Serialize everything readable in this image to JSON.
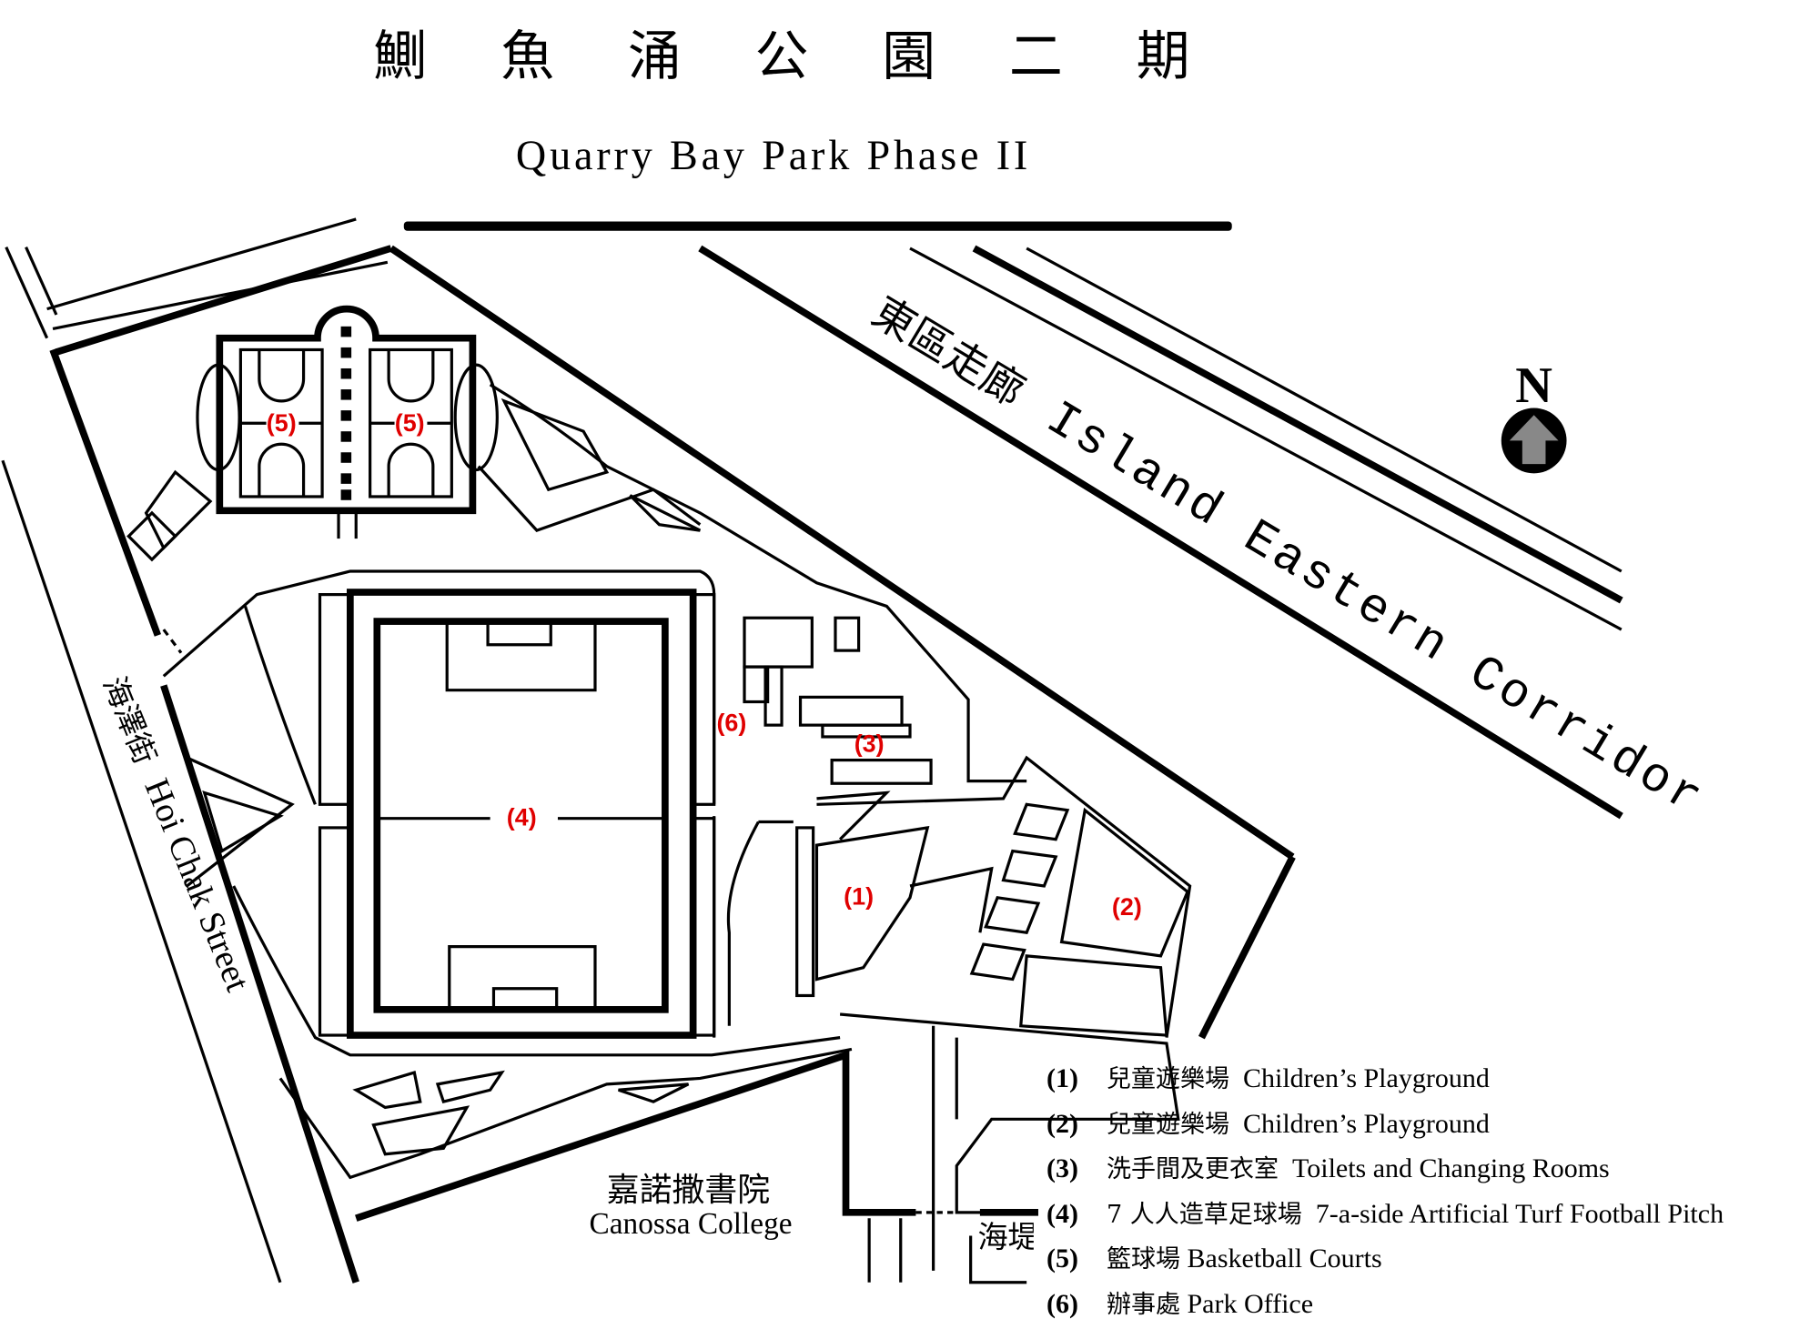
{
  "title": {
    "chinese_chars": [
      "鰂",
      "魚",
      "涌",
      "公",
      "園",
      "二",
      "期"
    ],
    "english": "Quarry Bay Park Phase II"
  },
  "map": {
    "road_east": {
      "chinese": "東區走廊",
      "english": "Island Eastern Corridor"
    },
    "road_west": {
      "chinese": "海澤街",
      "english": "Hoi Chak Street"
    },
    "road_south_partial": "海堤",
    "school": {
      "chinese": "嘉諾撒書院",
      "english": "Canossa College"
    },
    "north_label": "N",
    "markers": {
      "m1": "(1)",
      "m2": "(2)",
      "m3": "(3)",
      "m4": "(4)",
      "m5a": "(5)",
      "m5b": "(5)",
      "m6": "(6)"
    },
    "marker_color": "#e00000"
  },
  "legend": [
    {
      "num": "(1)",
      "zh": "兒童遊樂場",
      "en": "Children’s Playground"
    },
    {
      "num": "(2)",
      "zh": "兒童遊樂場",
      "en": "Children’s Playground"
    },
    {
      "num": "(3)",
      "zh": "洗手間及更衣室",
      "en": "Toilets and Changing Rooms"
    },
    {
      "num": "(4)",
      "zh": "7 人人造草足球場",
      "en": "7-a-side Artificial Turf Football Pitch"
    },
    {
      "num": "(5)",
      "zh": "籃球場",
      "en": "Basketball Courts"
    },
    {
      "num": "(6)",
      "zh": "辦事處",
      "en": "Park Office"
    }
  ]
}
